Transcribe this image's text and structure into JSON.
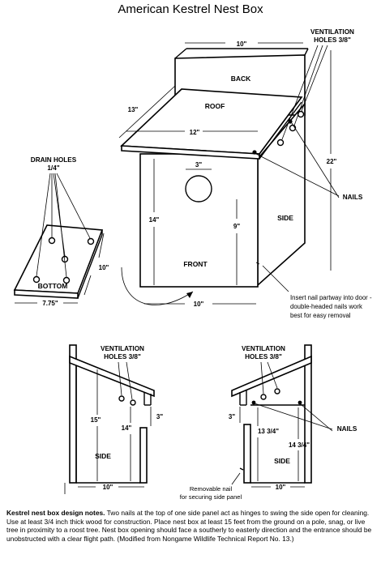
{
  "title": "American Kestrel Nest Box",
  "labels": {
    "back": "BACK",
    "roof": "ROOF",
    "front": "FRONT",
    "side": "SIDE",
    "bottom": "BOTTOM",
    "drain_holes_1": "DRAIN HOLES",
    "drain_holes_2": "1/4\"",
    "vent_top_1": "VENTILATION",
    "vent_top_2": "HOLES 3/8\"",
    "nails_main": "NAILS",
    "insert_note_1": "Insert nail partway into door -",
    "insert_note_2": "double-headed nails work",
    "insert_note_3": "best for easy removal",
    "vent_left_1": "VENTILATION",
    "vent_left_2": "HOLES 3/8\"",
    "vent_right_1": "VENTILATION",
    "vent_right_2": "HOLES 3/8\"",
    "side_left": "SIDE",
    "side_right": "SIDE",
    "nails_right": "NAILS",
    "removable_1": "Removable nail",
    "removable_2": "for securing side panel"
  },
  "dimensions": {
    "back_width": "10\"",
    "roof_depth": "13\"",
    "roof_front": "12\"",
    "hole": "3\"",
    "front_height": "14\"",
    "hole_height": "9\"",
    "total_height": "22\"",
    "front_width": "10\"",
    "bottom_depth": "10\"",
    "bottom_width": "7.75\"",
    "left_back_height": "15\"",
    "left_front_height": "14\"",
    "left_gap": "3\"",
    "left_width": "10\"",
    "right_gap": "3\"",
    "right_front_height": "13 3/4\"",
    "right_back_height": "14 3/4\"",
    "right_width": "10\""
  },
  "notes": {
    "heading": "Kestrel nest box design notes.",
    "body": " Two nails at the top of one side panel act as hinges to swing the side open for cleaning.   Use at least 3/4 inch thick wood for construction. Place nest box at least 15 feet from the ground on a pole, snag, or live tree in proximity  to a roost  tree. Nest box opening should face a southerly to easterly direction and the entrance should be unobstructed with a clear flight path. (Modified from Nongame Wildlife Technical Report No. 13.)"
  }
}
